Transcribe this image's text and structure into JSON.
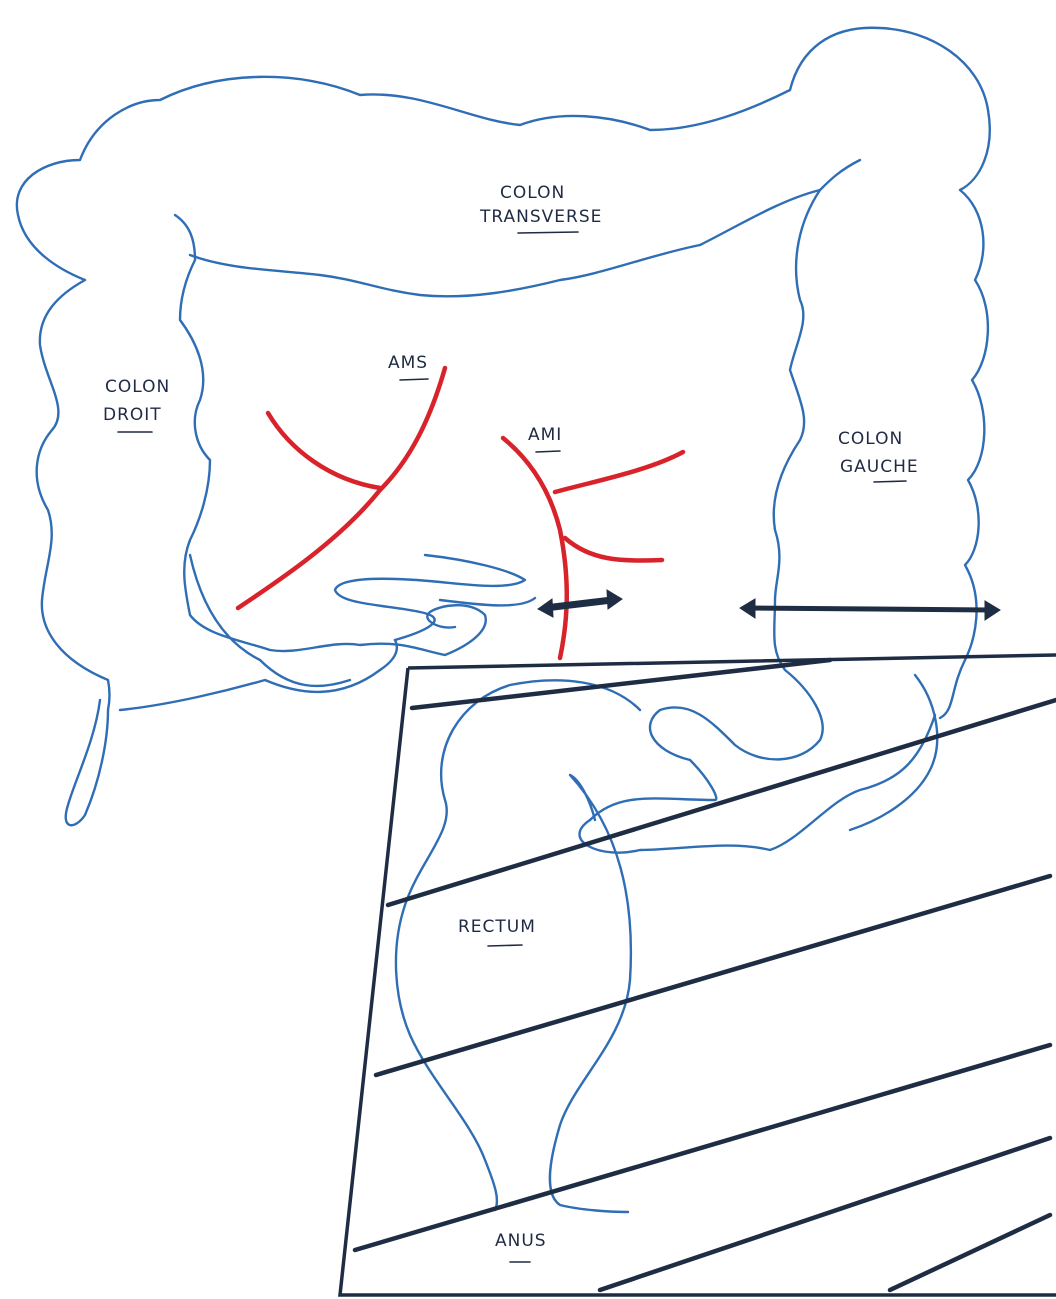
{
  "diagram": {
    "labels": {
      "colon_transverse_1": "COLON",
      "colon_transverse_2": "TRANSVERSE",
      "colon_droit_1": "COLON",
      "colon_droit_2": "DROIT",
      "colon_gauche_1": "COLON",
      "colon_gauche_2": "GAUCHE",
      "ams": "AMS",
      "ami": "AMI",
      "rectum": "RECTUM",
      "anus": "ANUS"
    },
    "colors": {
      "colon_outline": "#2f6db5",
      "vessels": "#d8232a",
      "hatch": "#1f2d44",
      "text": "#1f2a44"
    }
  }
}
